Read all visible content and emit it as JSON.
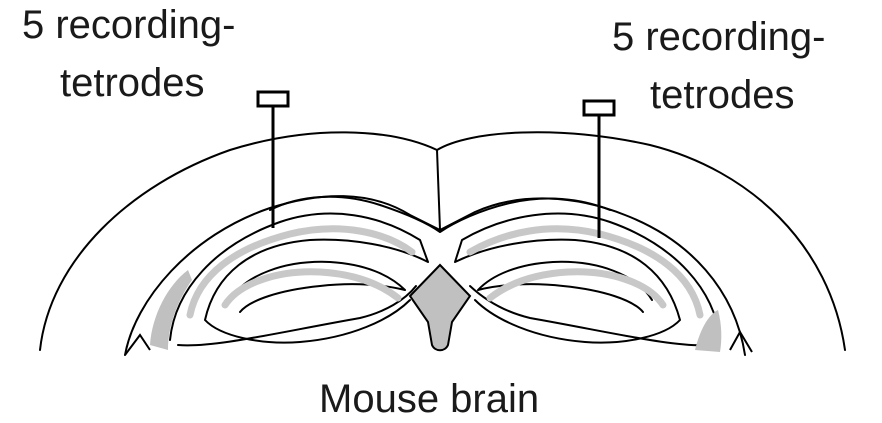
{
  "labels": {
    "left_line1": "5 recording-",
    "left_line2": "tetrodes",
    "right_line1": "5 recording-",
    "right_line2": "tetrodes",
    "title": "Mouse brain"
  },
  "colors": {
    "stroke": "#000000",
    "gray_fill": "#c0c0c0",
    "inner_layer": "#c8c8c8",
    "background": "#ffffff"
  }
}
